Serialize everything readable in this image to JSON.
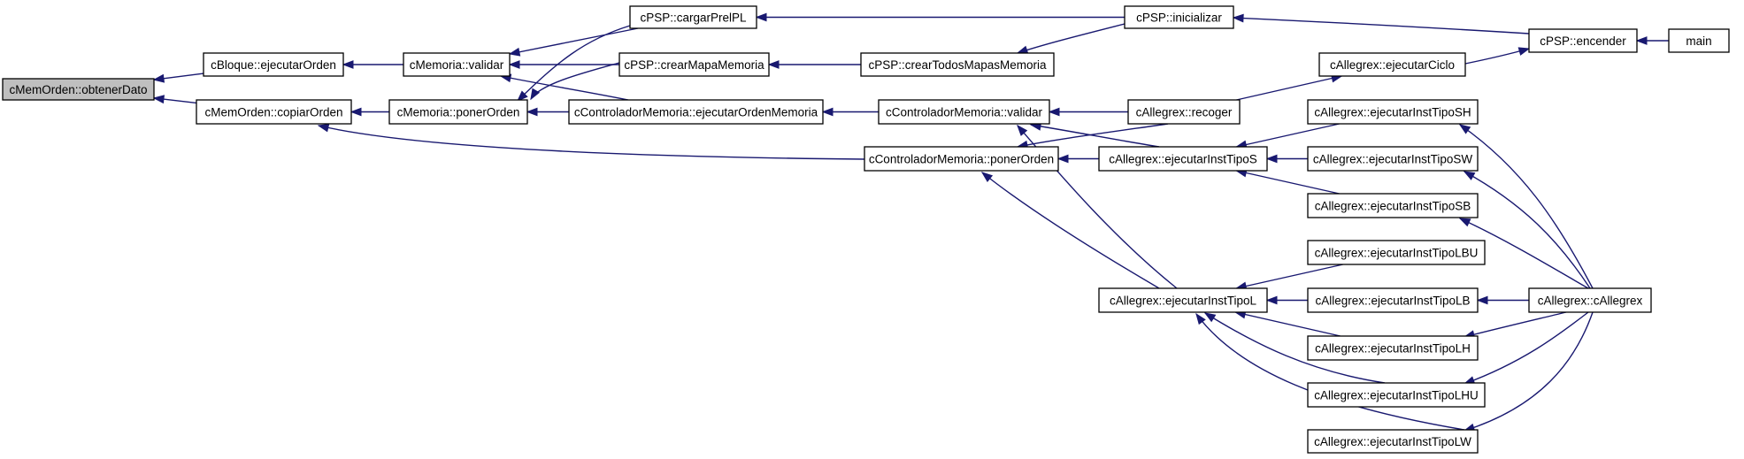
{
  "colors": {
    "edge": "#191970",
    "root_fill": "#bfbfbf",
    "node_fill": "#ffffff",
    "node_border": "#000000"
  },
  "nodes": [
    {
      "id": "obtenerDato",
      "label": "cMemOrden::obtenerDato",
      "root": true
    },
    {
      "id": "bloqueEjec",
      "label": "cBloque::ejecutarOrden"
    },
    {
      "id": "memValidar",
      "label": "cMemoria::validar"
    },
    {
      "id": "cargarPrelPL",
      "label": "cPSP::cargarPrelPL"
    },
    {
      "id": "inicializar",
      "label": "cPSP::inicializar"
    },
    {
      "id": "encender",
      "label": "cPSP::encender"
    },
    {
      "id": "main",
      "label": "main"
    },
    {
      "id": "crearMapa",
      "label": "cPSP::crearMapaMemoria"
    },
    {
      "id": "crearTodos",
      "label": "cPSP::crearTodosMapasMemoria"
    },
    {
      "id": "ejecutarCiclo",
      "label": "cAllegrex::ejecutarCiclo"
    },
    {
      "id": "copiarOrden",
      "label": "cMemOrden::copiarOrden"
    },
    {
      "id": "ponerOrdenMem",
      "label": "cMemoria::ponerOrden"
    },
    {
      "id": "ejecOrdenMem",
      "label": "cControladorMemoria::ejecutarOrdenMemoria"
    },
    {
      "id": "ctrlValidar",
      "label": "cControladorMemoria::validar"
    },
    {
      "id": "recoger",
      "label": "cAllegrex::recoger"
    },
    {
      "id": "ctrlPoner",
      "label": "cControladorMemoria::ponerOrden"
    },
    {
      "id": "tipoS",
      "label": "cAllegrex::ejecutarInstTipoS"
    },
    {
      "id": "tipoSH",
      "label": "cAllegrex::ejecutarInstTipoSH"
    },
    {
      "id": "tipoSW",
      "label": "cAllegrex::ejecutarInstTipoSW"
    },
    {
      "id": "tipoSB",
      "label": "cAllegrex::ejecutarInstTipoSB"
    },
    {
      "id": "tipoLBU",
      "label": "cAllegrex::ejecutarInstTipoLBU"
    },
    {
      "id": "tipoL",
      "label": "cAllegrex::ejecutarInstTipoL"
    },
    {
      "id": "tipoLB",
      "label": "cAllegrex::ejecutarInstTipoLB"
    },
    {
      "id": "ctor",
      "label": "cAllegrex::cAllegrex"
    },
    {
      "id": "tipoLH",
      "label": "cAllegrex::ejecutarInstTipoLH"
    },
    {
      "id": "tipoLHU",
      "label": "cAllegrex::ejecutarInstTipoLHU"
    },
    {
      "id": "tipoLW",
      "label": "cAllegrex::ejecutarInstTipoLW"
    }
  ],
  "edges": [
    {
      "from": "bloqueEjec",
      "to": "obtenerDato"
    },
    {
      "from": "copiarOrden",
      "to": "obtenerDato"
    },
    {
      "from": "memValidar",
      "to": "bloqueEjec"
    },
    {
      "from": "cargarPrelPL",
      "to": "memValidar"
    },
    {
      "from": "crearMapa",
      "to": "memValidar"
    },
    {
      "from": "ejecOrdenMem",
      "to": "memValidar"
    },
    {
      "from": "inicializar",
      "to": "cargarPrelPL"
    },
    {
      "from": "encender",
      "to": "inicializar"
    },
    {
      "from": "main",
      "to": "encender"
    },
    {
      "from": "crearTodos",
      "to": "crearMapa"
    },
    {
      "from": "inicializar",
      "to": "crearTodos"
    },
    {
      "from": "ejecutarCiclo",
      "to": "encender"
    },
    {
      "from": "recoger",
      "to": "ejecutarCiclo"
    },
    {
      "from": "ponerOrdenMem",
      "to": "copiarOrden"
    },
    {
      "from": "ctrlPoner",
      "to": "copiarOrden"
    },
    {
      "from": "ejecOrdenMem",
      "to": "ponerOrdenMem"
    },
    {
      "from": "cargarPrelPL",
      "to": "ponerOrdenMem"
    },
    {
      "from": "crearMapa",
      "to": "ponerOrdenMem"
    },
    {
      "from": "ctrlValidar",
      "to": "ejecOrdenMem"
    },
    {
      "from": "recoger",
      "to": "ctrlValidar"
    },
    {
      "from": "tipoS",
      "to": "ctrlValidar"
    },
    {
      "from": "tipoL",
      "to": "ctrlValidar"
    },
    {
      "from": "recoger",
      "to": "ctrlPoner"
    },
    {
      "from": "tipoS",
      "to": "ctrlPoner"
    },
    {
      "from": "tipoL",
      "to": "ctrlPoner"
    },
    {
      "from": "tipoSH",
      "to": "tipoS"
    },
    {
      "from": "tipoSW",
      "to": "tipoS"
    },
    {
      "from": "tipoSB",
      "to": "tipoS"
    },
    {
      "from": "ctor",
      "to": "tipoSH"
    },
    {
      "from": "ctor",
      "to": "tipoSW"
    },
    {
      "from": "ctor",
      "to": "tipoSB"
    },
    {
      "from": "tipoLBU",
      "to": "tipoL"
    },
    {
      "from": "tipoLB",
      "to": "tipoL"
    },
    {
      "from": "tipoLH",
      "to": "tipoL"
    },
    {
      "from": "tipoLHU",
      "to": "tipoL"
    },
    {
      "from": "tipoLW",
      "to": "tipoL"
    },
    {
      "from": "ctor",
      "to": "tipoLB"
    },
    {
      "from": "ctor",
      "to": "tipoLH"
    },
    {
      "from": "ctor",
      "to": "tipoLHU"
    },
    {
      "from": "ctor",
      "to": "tipoLW"
    }
  ]
}
